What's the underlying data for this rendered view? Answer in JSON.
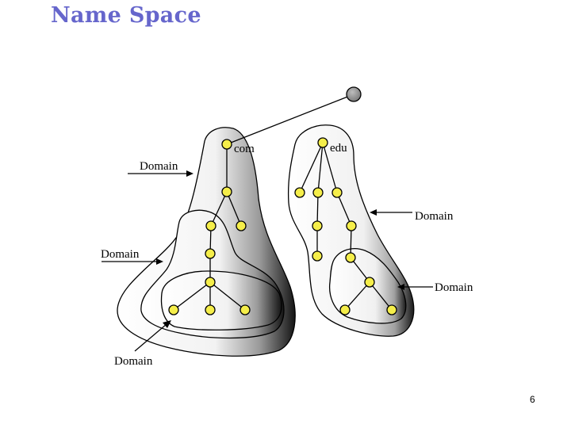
{
  "slide": {
    "title": "Name Space",
    "page_number": "6"
  },
  "diagram": {
    "node_labels": {
      "com": "com",
      "edu": "edu"
    },
    "domain_labels": [
      "Domain",
      "Domain",
      "Domain",
      "Domain",
      "Domain"
    ],
    "colors": {
      "title": "#6666cc",
      "node_fill": "#f5ee4a",
      "root_fill": "#999999",
      "region_light": "#ffffff",
      "region_dark": "#111111"
    }
  }
}
